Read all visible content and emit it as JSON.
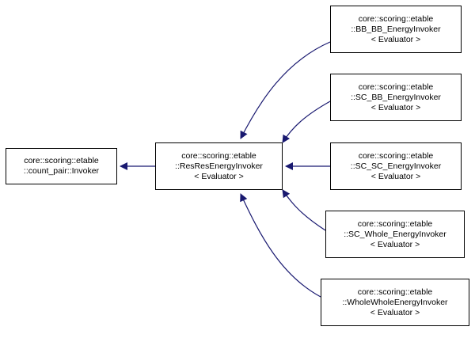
{
  "colors": {
    "arrow": "#191970",
    "node_border": "#000000",
    "node_background": "#ffffff",
    "text": "#000000"
  },
  "nodes": [
    {
      "id": "count-pair-invoker",
      "lines": [
        "core::scoring::etable",
        "::count_pair::Invoker"
      ]
    },
    {
      "id": "res-res-energy-invoker",
      "lines": [
        "core::scoring::etable",
        "::ResResEnergyInvoker",
        "< Evaluator >"
      ]
    },
    {
      "id": "bb-bb-energy-invoker",
      "lines": [
        "core::scoring::etable",
        "::BB_BB_EnergyInvoker",
        "< Evaluator >"
      ]
    },
    {
      "id": "sc-bb-energy-invoker",
      "lines": [
        "core::scoring::etable",
        "::SC_BB_EnergyInvoker",
        "< Evaluator >"
      ]
    },
    {
      "id": "sc-sc-energy-invoker",
      "lines": [
        "core::scoring::etable",
        "::SC_SC_EnergyInvoker",
        "< Evaluator >"
      ]
    },
    {
      "id": "sc-whole-energy-invoker",
      "lines": [
        "core::scoring::etable",
        "::SC_Whole_EnergyInvoker",
        "< Evaluator >"
      ]
    },
    {
      "id": "whole-whole-energy-invoker",
      "lines": [
        "core::scoring::etable",
        "::WholeWholeEnergyInvoker",
        "< Evaluator >"
      ]
    }
  ],
  "edges": [
    {
      "derived": "core::scoring::etable::ResResEnergyInvoker< Evaluator >",
      "base": "core::scoring::etable::count_pair::Invoker",
      "relation": "inherits"
    },
    {
      "derived": "core::scoring::etable::BB_BB_EnergyInvoker< Evaluator >",
      "base": "core::scoring::etable::ResResEnergyInvoker< Evaluator >",
      "relation": "inherits"
    },
    {
      "derived": "core::scoring::etable::SC_BB_EnergyInvoker< Evaluator >",
      "base": "core::scoring::etable::ResResEnergyInvoker< Evaluator >",
      "relation": "inherits"
    },
    {
      "derived": "core::scoring::etable::SC_SC_EnergyInvoker< Evaluator >",
      "base": "core::scoring::etable::ResResEnergyInvoker< Evaluator >",
      "relation": "inherits"
    },
    {
      "derived": "core::scoring::etable::SC_Whole_EnergyInvoker< Evaluator >",
      "base": "core::scoring::etable::ResResEnergyInvoker< Evaluator >",
      "relation": "inherits"
    },
    {
      "derived": "core::scoring::etable::WholeWholeEnergyInvoker< Evaluator >",
      "base": "core::scoring::etable::ResResEnergyInvoker< Evaluator >",
      "relation": "inherits"
    }
  ]
}
